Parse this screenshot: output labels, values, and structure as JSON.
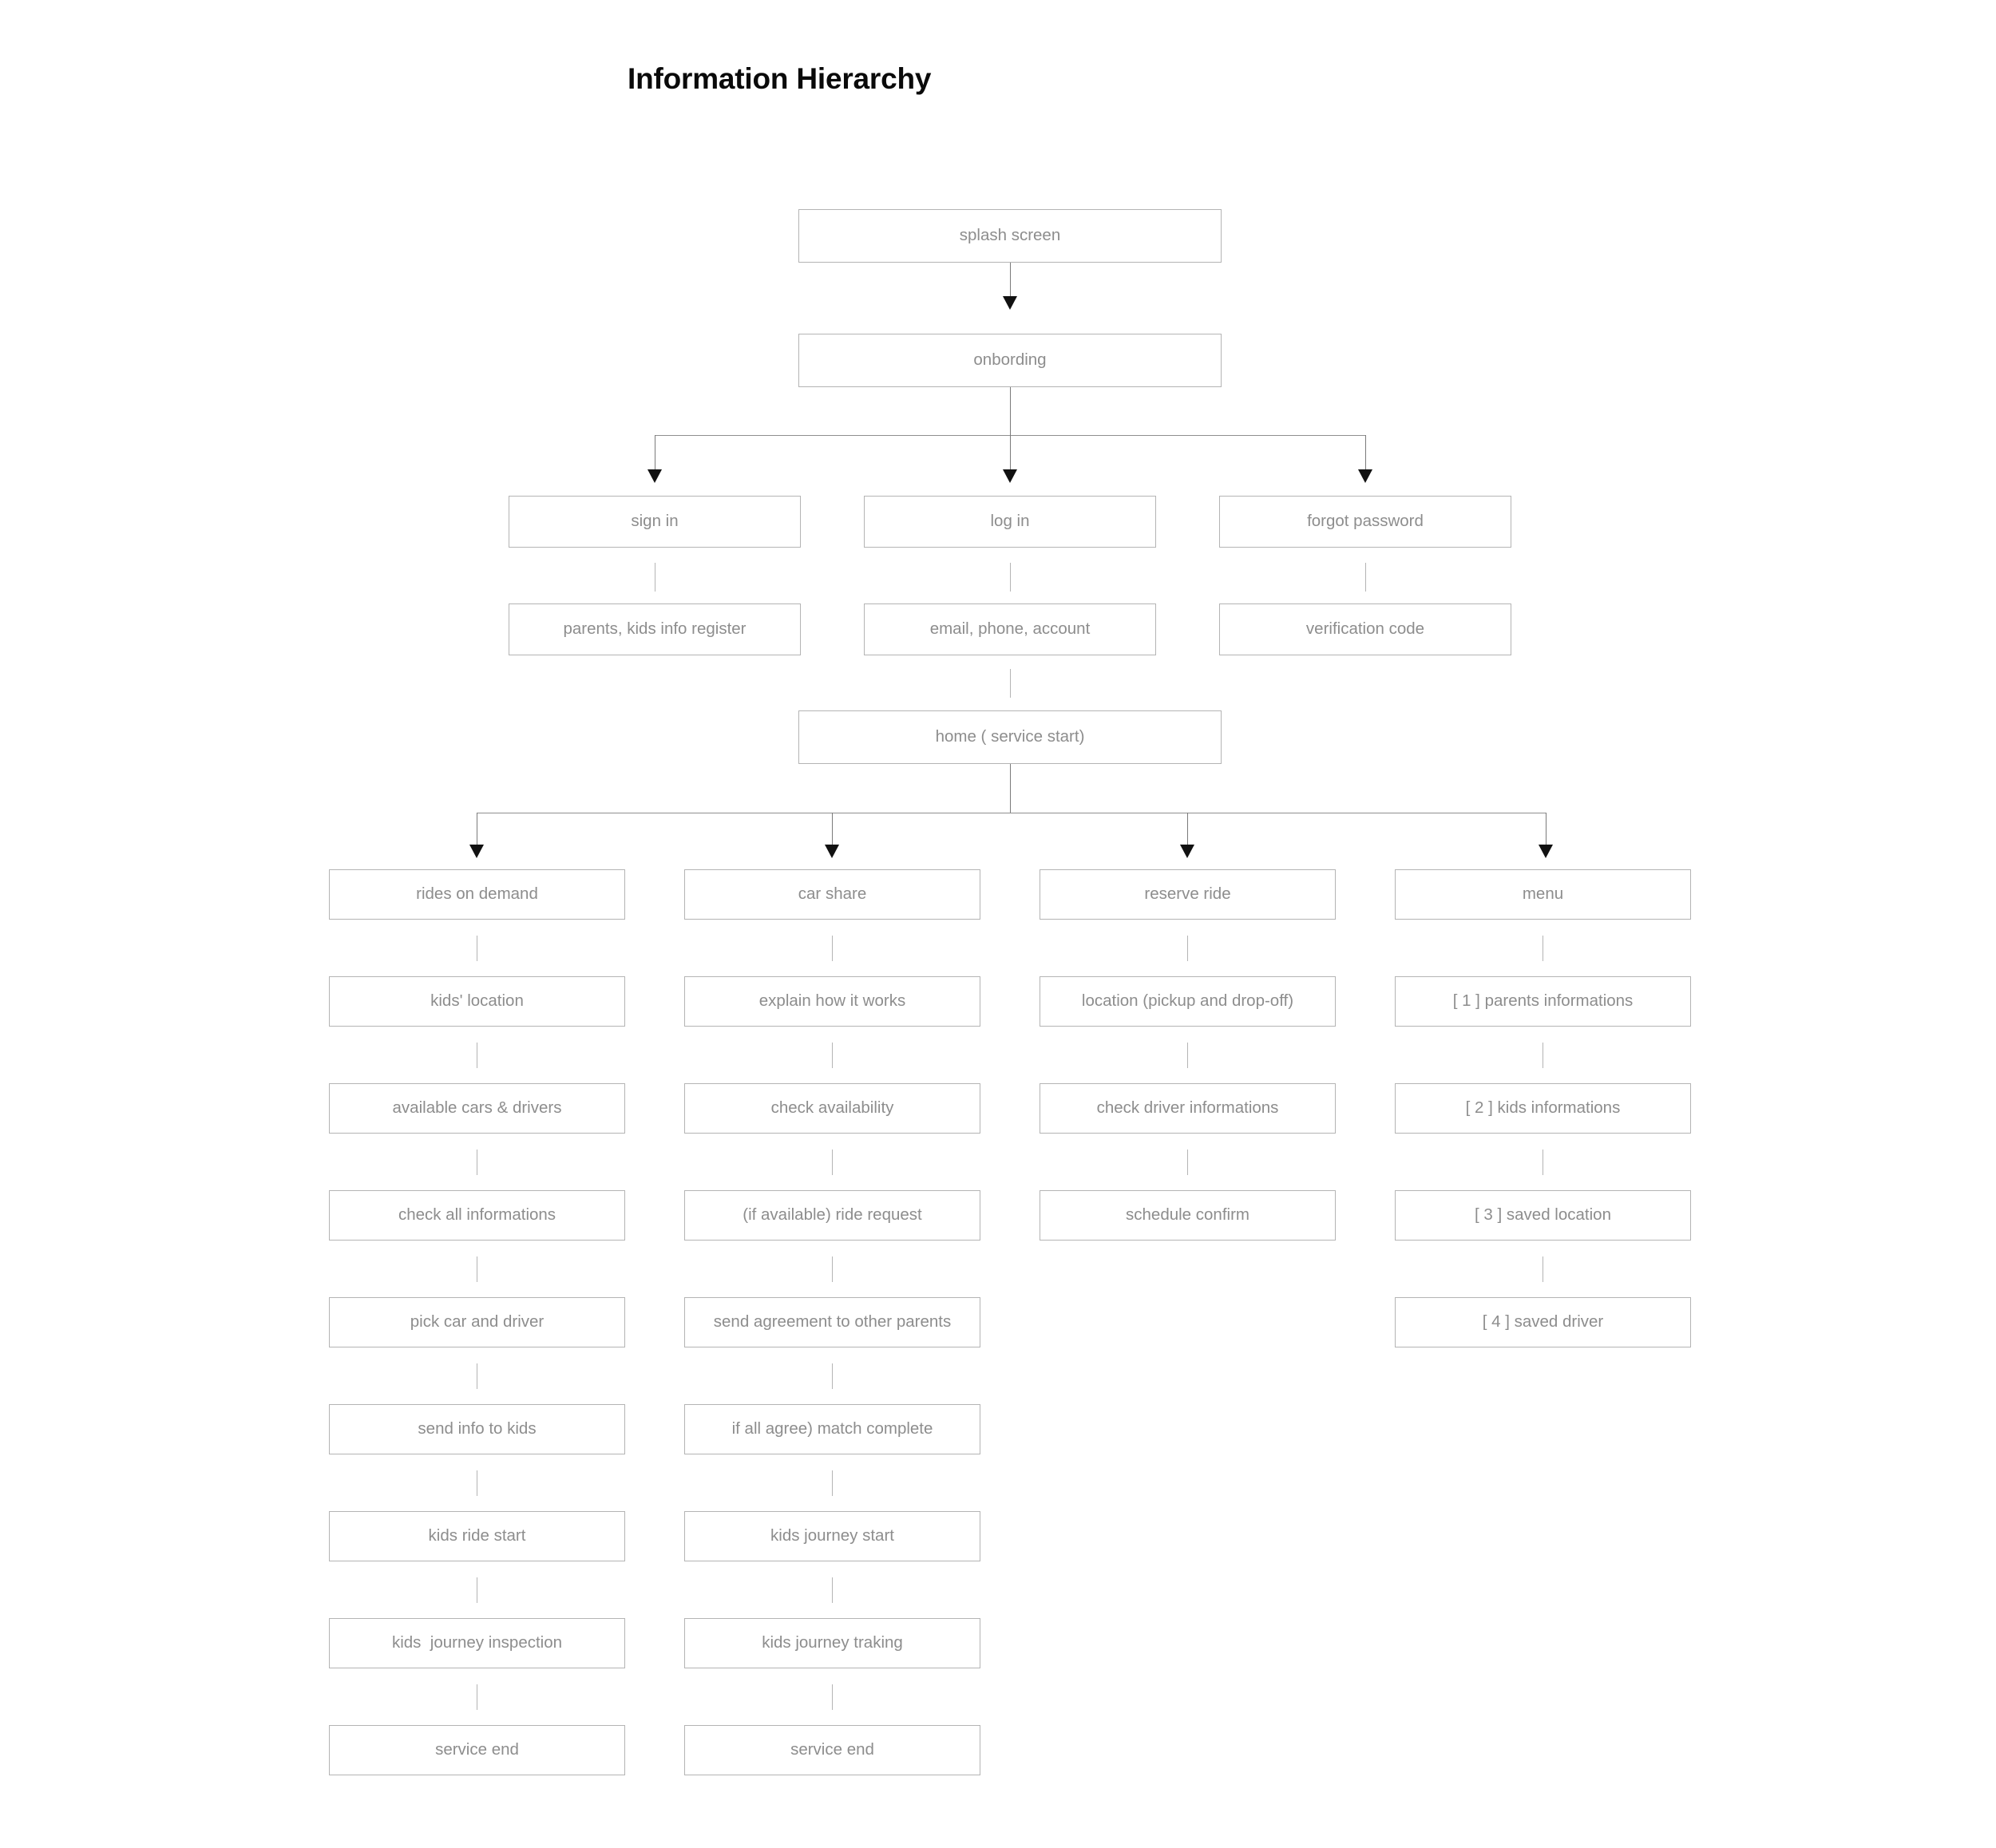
{
  "title": "Information Hierarchy",
  "diagram": {
    "type": "tree-flowchart",
    "root": {
      "label": "splash screen"
    },
    "level_2": {
      "label": "onbording"
    },
    "auth_branch": [
      {
        "label": "sign in",
        "child": "parents, kids info register"
      },
      {
        "label": "log in",
        "child": "email, phone, account"
      },
      {
        "label": "forgot password",
        "child": "verification code"
      }
    ],
    "auth_children": [
      {
        "label": "parents, kids info register"
      },
      {
        "label": "email, phone, account"
      },
      {
        "label": "verification code"
      }
    ],
    "home": {
      "label": "home ( service start)"
    },
    "columns": [
      {
        "head": "rides on demand",
        "steps": [
          "kids' location",
          "available cars & drivers",
          "check all informations",
          "pick car and driver",
          "send info to kids",
          "kids ride start",
          "kids  journey inspection",
          "service end"
        ]
      },
      {
        "head": "car share",
        "steps": [
          "explain how it works",
          "check availability",
          "(if available) ride request",
          "send agreement to other parents",
          "if all agree) match complete",
          "kids journey start",
          "kids journey traking",
          "service end"
        ]
      },
      {
        "head": "reserve ride",
        "steps": [
          "location (pickup and drop-off)",
          "check driver informations",
          "schedule confirm"
        ]
      },
      {
        "head": "menu",
        "steps": [
          "[ 1 ] parents informations",
          "[ 2 ] kids informations",
          "[ 3 ] saved location",
          "[ 4 ] saved driver"
        ]
      }
    ]
  },
  "colors": {
    "background": "#ffffff",
    "box_border": "#b4b4b4",
    "box_text": "#8d8d8d",
    "title_text": "#0a0a0a",
    "connector": "#8f8f8f",
    "arrowhead": "#111111"
  }
}
